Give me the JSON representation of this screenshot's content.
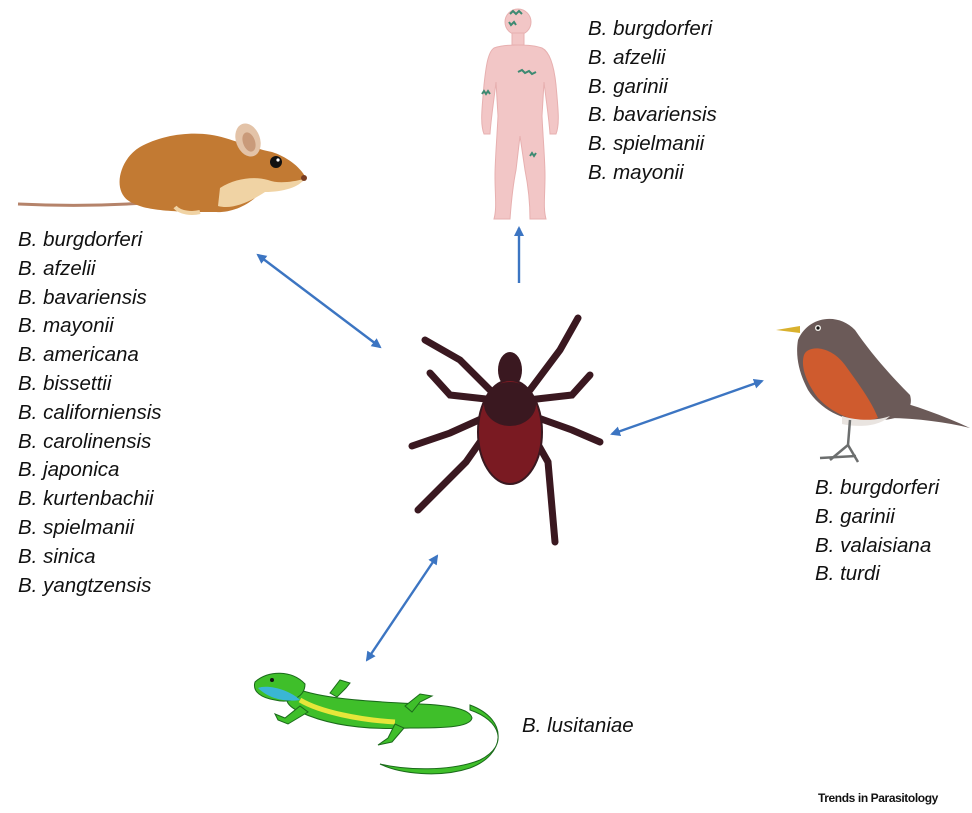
{
  "hosts": {
    "mouse": {
      "species": [
        "B. burgdorferi",
        "B. afzelii",
        "B. bavariensis",
        "B. mayonii",
        "B. americana",
        "B. bissettii",
        "B. californiensis",
        "B. carolinensis",
        "B. japonica",
        "B. kurtenbachii",
        "B. spielmanii",
        "B. sinica",
        "B. yangtzensis"
      ]
    },
    "human": {
      "species": [
        "B. burgdorferi",
        "B. afzelii",
        "B. garinii",
        "B. bavariensis",
        "B. spielmanii",
        "B. mayonii"
      ]
    },
    "bird": {
      "species": [
        "B. burgdorferi",
        "B. garinii",
        "B. valaisiana",
        "B. turdi"
      ]
    },
    "lizard": {
      "species": [
        "B. lusitaniae"
      ]
    }
  },
  "credit": "Trends in Parasitology",
  "colors": {
    "arrow": "#3c75c2",
    "tick_body": "#7a1a22",
    "tick_legs": "#3a1820",
    "mouse": "#c27a33",
    "human": "#f2c6c6",
    "bird_breast": "#cf5b2e",
    "bird_back": "#6b5a58",
    "lizard": "#3fbf2a"
  },
  "icons": [
    "tick-icon",
    "mouse-icon",
    "human-icon",
    "bird-icon",
    "lizard-icon"
  ]
}
